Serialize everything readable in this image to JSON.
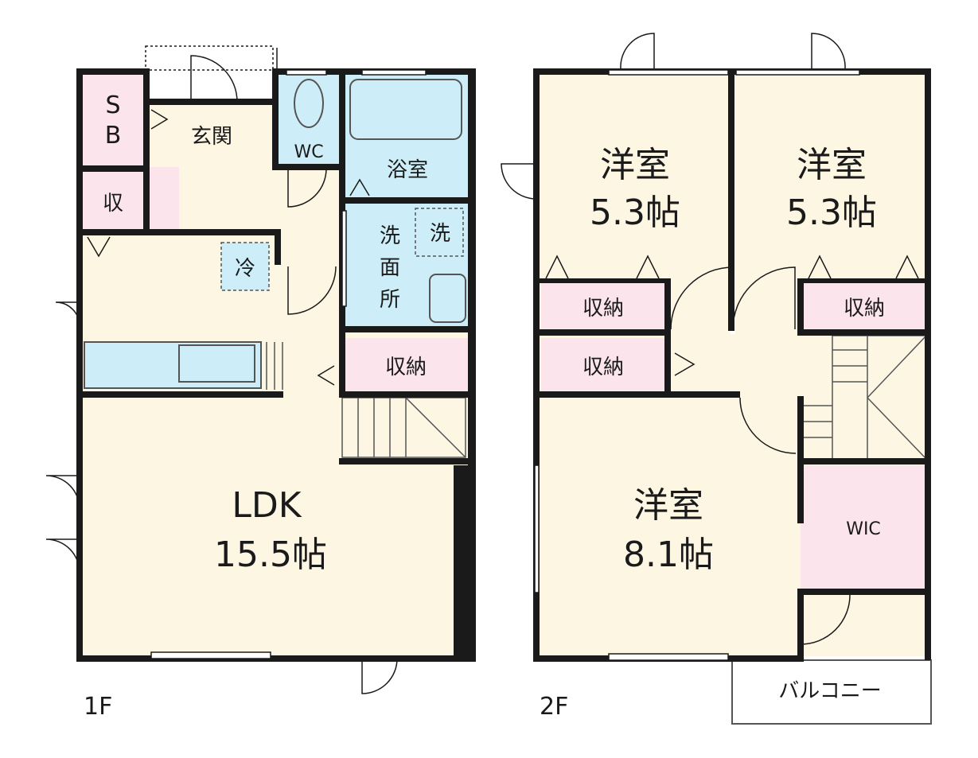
{
  "floors": {
    "first": {
      "label": "1F",
      "rooms": {
        "sb_line1": "S",
        "sb_line2": "B",
        "entrance": "玄関",
        "wc": "WC",
        "bath": "浴室",
        "storage_small": "収",
        "fridge": "冷",
        "washer": "洗",
        "washroom_1": "洗",
        "washroom_2": "面",
        "washroom_3": "所",
        "storage": "収納",
        "ldk_name": "LDK",
        "ldk_size": "15.5帖"
      }
    },
    "second": {
      "label": "2F",
      "rooms": {
        "room_a_name": "洋室",
        "room_a_size": "5.3帖",
        "room_b_name": "洋室",
        "room_b_size": "5.3帖",
        "closet_a": "収納",
        "closet_b": "収納",
        "closet_hall": "収納",
        "room_c_name": "洋室",
        "room_c_size": "8.1帖",
        "wic": "WIC",
        "balcony": "バルコニー"
      }
    }
  },
  "colors": {
    "wall": "#1a1a1a",
    "floor_wood": "#fdf6e3",
    "wet_area": "#cdeef8",
    "storage": "#fbe4ec",
    "balcony": "#ffffff"
  }
}
